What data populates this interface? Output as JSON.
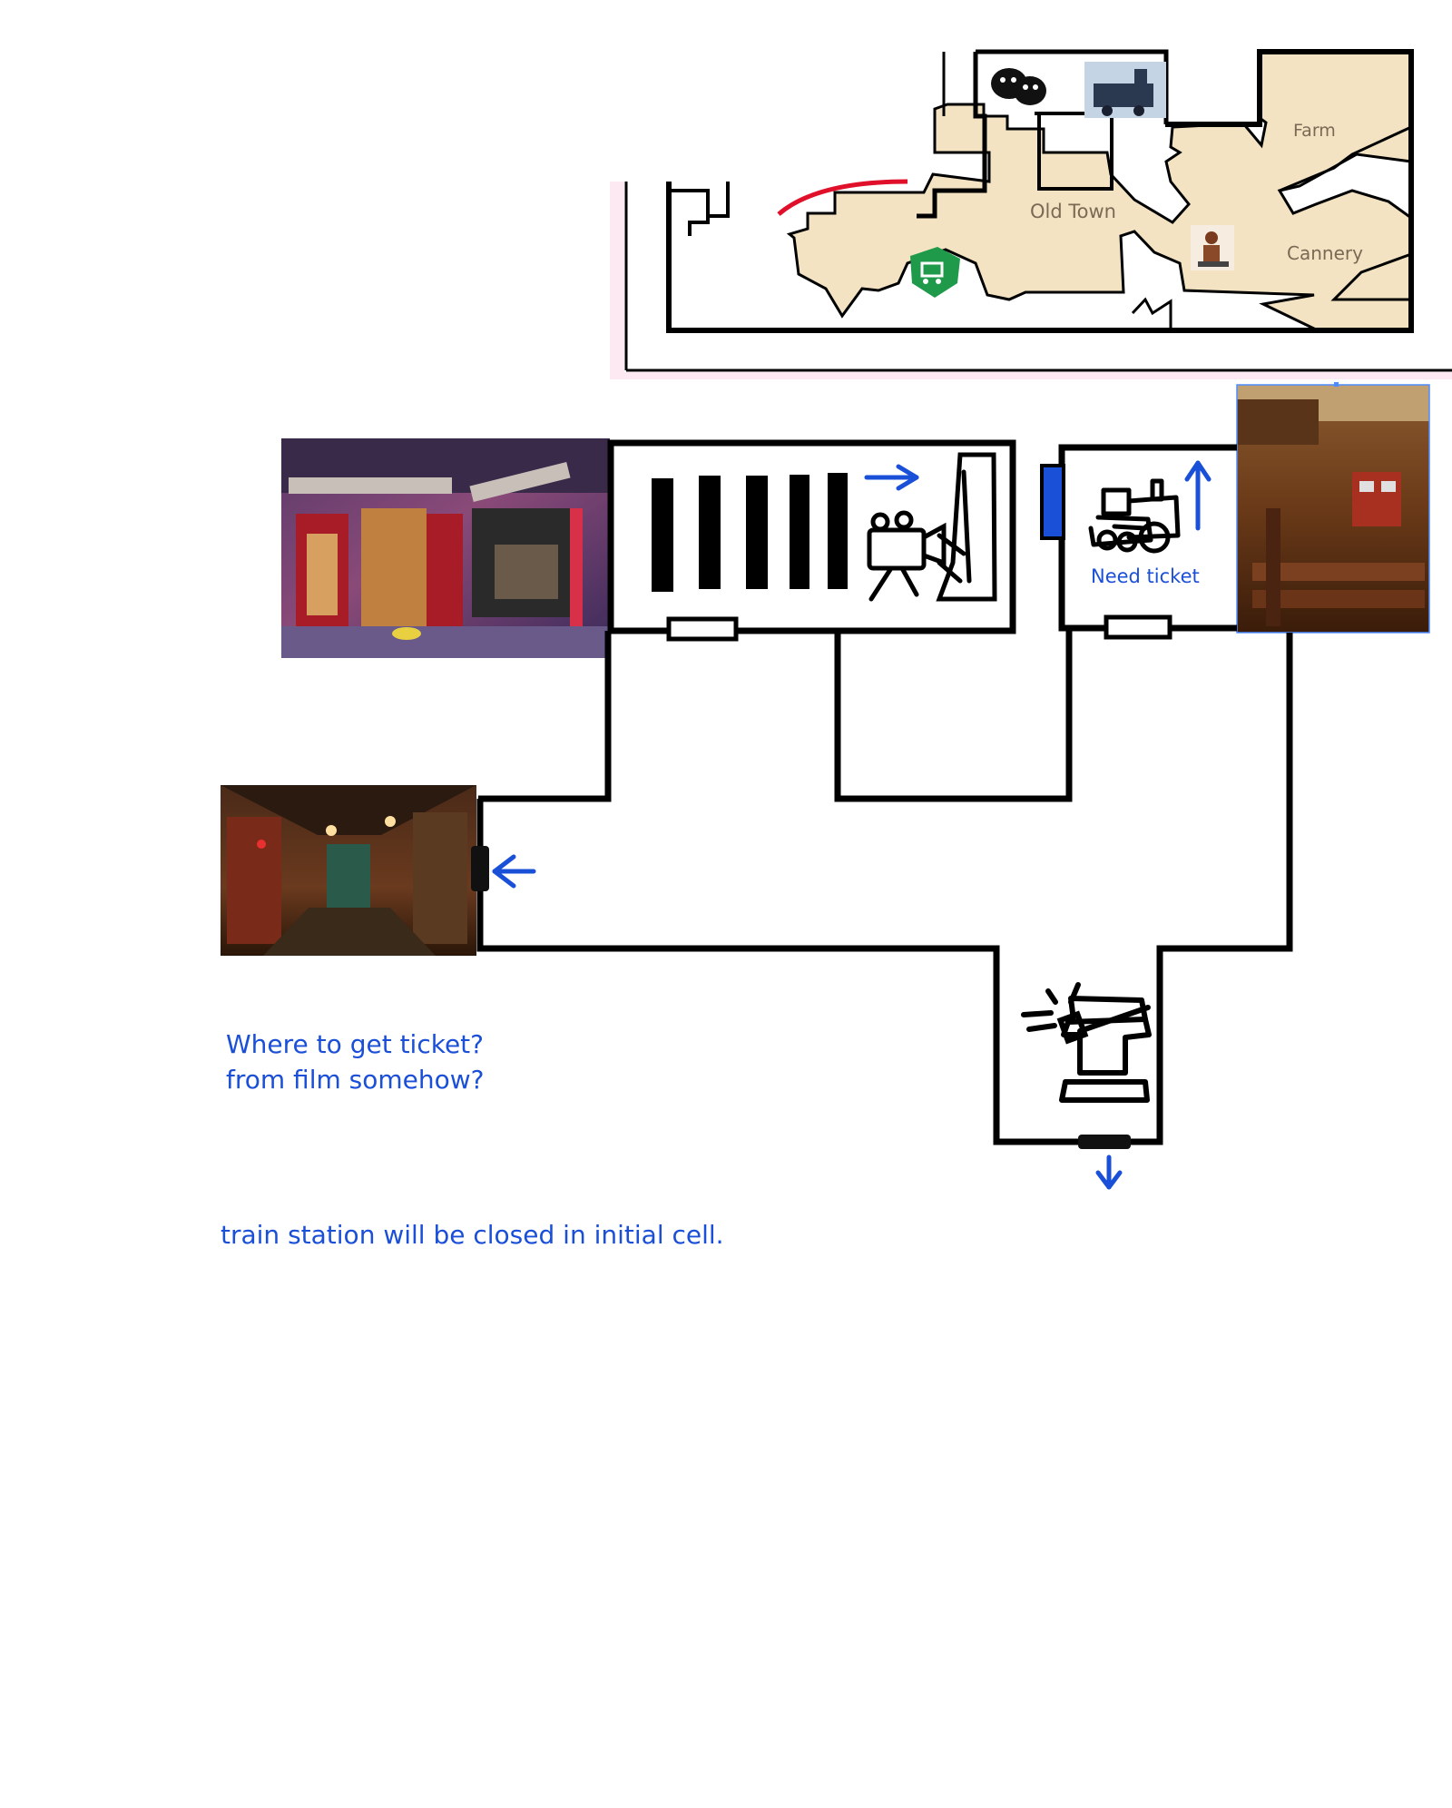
{
  "minimap": {
    "labels": {
      "farm": "Farm",
      "old_town": "Old Town",
      "cannery": "Cannery"
    }
  },
  "rooms": {
    "train_station": {
      "note": "Need ticket"
    }
  },
  "notes": {
    "ticket_question_line1": "Where to get ticket?",
    "ticket_question_line2": "from film somehow?",
    "train_station_note": "train station will be closed in initial cell."
  },
  "colors": {
    "arrow_blue": "#1a4fd8",
    "map_floor": "#f3e3c2",
    "wall": "#000000",
    "route_red": "#e0102a"
  }
}
